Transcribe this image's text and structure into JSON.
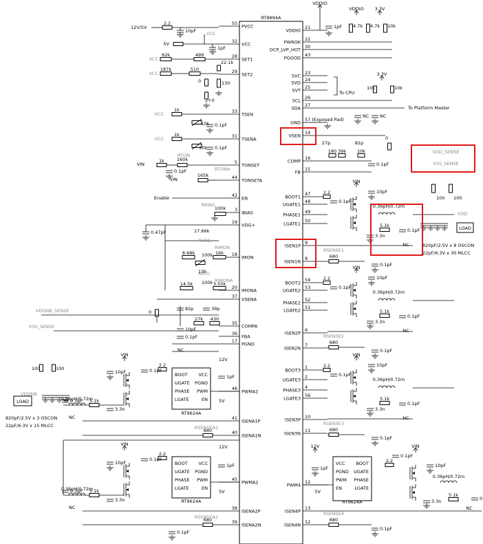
{
  "main_ic": {
    "name": "RT8894A",
    "left_pins": [
      {
        "label": "PVCC",
        "num": "55"
      },
      {
        "label": "VCC",
        "num": "32"
      },
      {
        "label": "SET1",
        "num": "28"
      },
      {
        "label": "SET2",
        "num": "29"
      },
      {
        "label": "TSEN",
        "num": "33"
      },
      {
        "label": "TSENA",
        "num": "31"
      },
      {
        "label": "TONSET",
        "num": "5"
      },
      {
        "label": "TONSETA",
        "num": "44"
      },
      {
        "label": "EN",
        "num": "42"
      },
      {
        "label": "IBIAS",
        "num": "3"
      },
      {
        "label": "VDG+",
        "num": "19"
      },
      {
        "label": "IMON",
        "num": "18"
      },
      {
        "label": "IMONA",
        "num": "20"
      },
      {
        "label": "VSENA",
        "num": "37"
      },
      {
        "label": "COMPA",
        "num": "35"
      },
      {
        "label": "FBA",
        "num": "36"
      },
      {
        "label": "PGND",
        "num": "17"
      },
      {
        "label": "PWMA1",
        "num": "46"
      },
      {
        "label": "ISENA1P",
        "num": "41"
      },
      {
        "label": "ISENA1N",
        "num": "40"
      },
      {
        "label": "PWMA2",
        "num": "45"
      },
      {
        "label": "ISENA2P",
        "num": "38"
      },
      {
        "label": "ISENA2N",
        "num": "39"
      }
    ],
    "right_pins": [
      {
        "label": "VDDIO",
        "num": "21"
      },
      {
        "label": "PWROK",
        "num": "22"
      },
      {
        "label": "OCP_LVP_HOT",
        "num": "30"
      },
      {
        "label": "PGOOD",
        "num": "43"
      },
      {
        "label": "SVC",
        "num": "23"
      },
      {
        "label": "SVD",
        "num": "24"
      },
      {
        "label": "SVT",
        "num": "25"
      },
      {
        "label": "SCL",
        "num": "26"
      },
      {
        "label": "SDA",
        "num": "27"
      },
      {
        "label": "GND",
        "num": "57 (Exposed Pad)"
      },
      {
        "label": "VSEN",
        "num": "14"
      },
      {
        "label": "COMP",
        "num": "16"
      },
      {
        "label": "FB",
        "num": "15"
      },
      {
        "label": "BOOT1",
        "num": "47"
      },
      {
        "label": "UGATE1",
        "num": "48"
      },
      {
        "label": "PHASE1",
        "num": "49"
      },
      {
        "label": "LGATE1",
        "num": "50"
      },
      {
        "label": "ISEN1P",
        "num": "9"
      },
      {
        "label": "ISEN1N",
        "num": "8"
      },
      {
        "label": "BOOT2",
        "num": "54"
      },
      {
        "label": "UGATE2",
        "num": "53"
      },
      {
        "label": "PHASE2",
        "num": "52"
      },
      {
        "label": "LGATE2",
        "num": "51"
      },
      {
        "label": "ISEN2P",
        "num": "6"
      },
      {
        "label": "ISEN2N",
        "num": "7"
      },
      {
        "label": "BOOT3",
        "num": "1"
      },
      {
        "label": "UGATE3",
        "num": "2"
      },
      {
        "label": "PHASE3",
        "num": "4"
      },
      {
        "label": "LGATE3",
        "num": "56"
      },
      {
        "label": "ISEN3P",
        "num": "10"
      },
      {
        "label": "ISEN3N",
        "num": "11"
      },
      {
        "label": "PWM4",
        "num": "12"
      },
      {
        "label": "ISEN4P",
        "num": "13"
      },
      {
        "label": "ISEN4N",
        "num": "12"
      }
    ]
  },
  "supplies": {
    "vddio": "VDDIO",
    "vddio2": "VDDIO",
    "v33": "3.3V",
    "v33b": "3.3V",
    "v12_5": "12V/5V",
    "v5": "5V",
    "vcc": "VCC",
    "vin": "VIN",
    "vdd": "VDD",
    "vddnb": "VDDNB",
    "vddnb_sense": "VDDNB_SENSE",
    "vss_sense": "VSS_SENSE",
    "vdd_sense": "VDD_SENSE",
    "vss_sense2": "VSS_SENSE",
    "v12": "12V",
    "enable": "Enable"
  },
  "annotations": {
    "to_cpu": "To CPU",
    "to_platform_master": "To Platform Master",
    "load": "LOAD",
    "load2": "LOAD",
    "vdd_caps": "820pF/2.5V x 8 OSCON\n22pF/6.3V x 30 MLCC",
    "vdd_caps_line1": "820pF/2.5V x 8 OSCON",
    "vdd_caps_line2": "22pF/6.3V x 30 MLCC",
    "vddnb_caps_line1": "820pF/2.5V x 3 OSCON",
    "vddnb_caps_line2": "22pF/6.3V x 15 MLCC",
    "nc": "NC"
  },
  "driver_ic": {
    "name": "RT9624A",
    "pins_left": [
      "BOOT",
      "UGATE",
      "PHASE",
      "LGATE"
    ],
    "pins_right": [
      "VCC",
      "PGND",
      "PWM",
      "EN"
    ]
  },
  "components": {
    "r22": "2.2",
    "c10u": "10pF",
    "c1u": "1pF",
    "r62k": "62k",
    "r499": "499",
    "r22k1": "22.1k",
    "r187k": "187k",
    "r510": "510",
    "r0": "0",
    "r130": "130",
    "r2p0": "2+0",
    "r1k": "1k",
    "r10k": "10k",
    "c01u": "0.1pF",
    "r160k": "160k",
    "r165k": "165k",
    "r100k": "100k",
    "rbias": "RBIAS",
    "c047": "0.47pF",
    "r1766k": "17.66k",
    "r868k": "8.68k",
    "r16k": "16k",
    "r13k": "13k",
    "r145k": "14.5k",
    "r355k": "3.55k",
    "c82p": "82p",
    "c39p": "39p",
    "r27k": "27k",
    "r430": "430",
    "r100": "100",
    "ind": "0.36pH/0.72m",
    "r51k": "5.1k",
    "c33n": "3.3n",
    "r680": "680",
    "c27p": "27p",
    "r180": "180",
    "r39k": "39k",
    "r47k": "4.7k",
    "c1pf": "1pF",
    "rvcc": "RVCC",
    "rimon": "RIMON",
    "rntc": "RNTC",
    "rimona": "RIMONA",
    "rton": "RTON",
    "rtona": "RTONA",
    "rsense1": "RSENSE1",
    "rsense2": "RSENSE2",
    "rsense3": "RSENSE3",
    "rsense4": "RSENSE4",
    "rsensea1": "RSENSEA1",
    "rsensea2": "RSENSEA2"
  },
  "highlights": [
    "VSEN",
    "VDD_SENSE / VSS_SENSE",
    "ISEN1P / ISEN1N",
    "current sense RC network"
  ]
}
